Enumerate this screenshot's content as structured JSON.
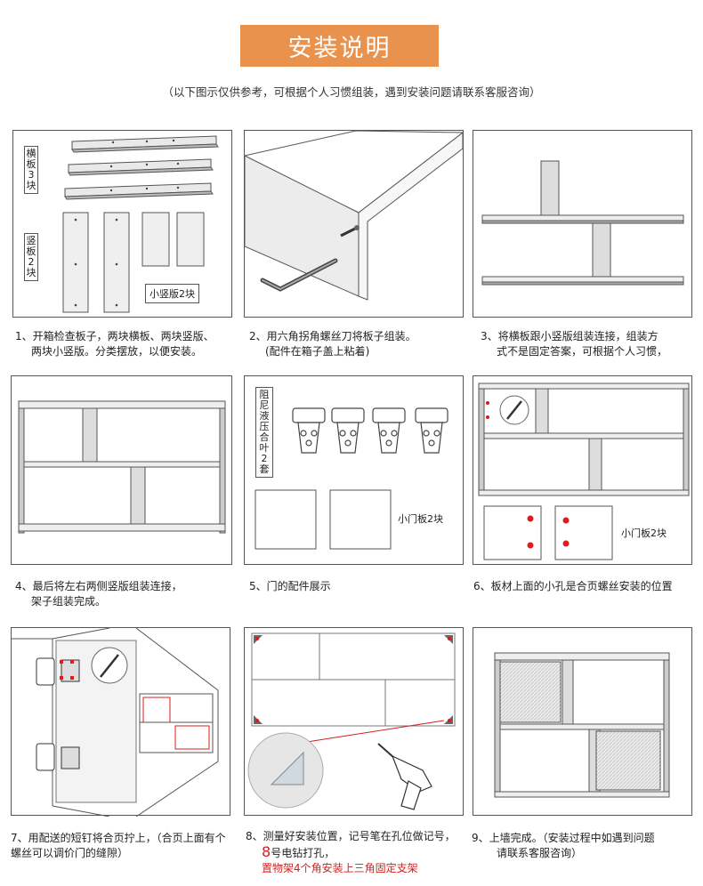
{
  "header": {
    "title": "安装说明",
    "subtitle": "（以下图示仅供参考，可根据个人习惯组装，遇到安装问题请联系客服咨询）"
  },
  "panel1": {
    "label_h_line1": "横",
    "label_h_line2": "板",
    "label_h_line3": "3",
    "label_h_line4": "块",
    "label_v_line1": "竖",
    "label_v_line2": "板",
    "label_v_line3": "2",
    "label_v_line4": "块",
    "label_small": "小竖版2块"
  },
  "panel5": {
    "label_line1": "阻",
    "label_line2": "尼",
    "label_line3": "液",
    "label_line4": "压",
    "label_line5": "合",
    "label_line6": "叶",
    "label_line7": "2",
    "label_line8": "套",
    "door_label": "小门板2块"
  },
  "panel6": {
    "door_label": "小门板2块"
  },
  "captions": {
    "c1_line1": "1、开箱检查板子，两块横板、两块竖版、",
    "c1_line2": "两块小竖版。分类摆放，以便安装。",
    "c2_line1": "2、用六角拐角螺丝刀将板子组装。",
    "c2_line2": "(配件在箱子盖上粘着)",
    "c3_line1": "3、将横板跟小竖版组装连接，组装方",
    "c3_line2": "式不是固定答案，可根据个人习惯，",
    "c4_line1": "4、最后将左右两侧竖版组装连接，",
    "c4_line2": "架子组装完成。",
    "c5_line1": "5、门的配件展示",
    "c6_line1": "6、板材上面的小孔是合页螺丝安装的位置",
    "c7_line1": "7、用配送的短钉将合页拧上，（合页上面有个",
    "c7_line2": "螺丝可以调价门的缝隙）",
    "c8_line1": "8、测量好安装位置，记号笔在孔位做记号，",
    "c8_big": "8",
    "c8_line2": "号电钻打孔，",
    "c8_line3": "置物架4个角安装上三角固定支架",
    "c9_num": "9、",
    "c9_line1": "上墙完成。（安装过程中如遇到问题",
    "c9_line2": "请联系客服咨询）"
  },
  "colors": {
    "banner": "#e8924d",
    "accent_red": "#d61e1e",
    "board_gray": "#b8b8b8",
    "frame": "#555555"
  }
}
